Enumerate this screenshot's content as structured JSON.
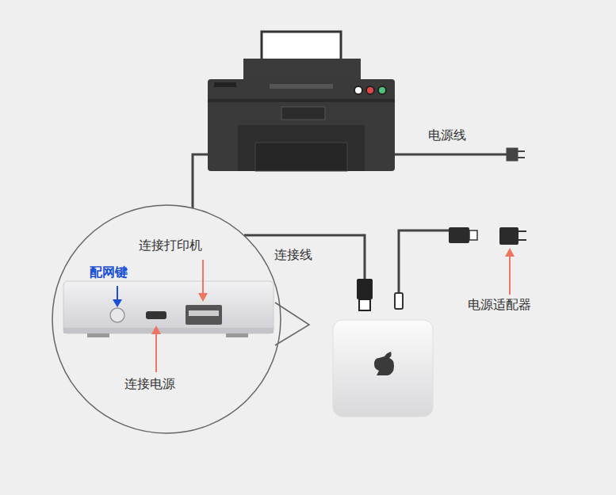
{
  "diagram": {
    "nodes": [
      {
        "text": [
          "配网键",
          "连接打印机",
          "连接电源"
        ]
      }
    ],
    "labels": [
      "电源线",
      "连接线",
      "电源适配器"
    ]
  }
}
